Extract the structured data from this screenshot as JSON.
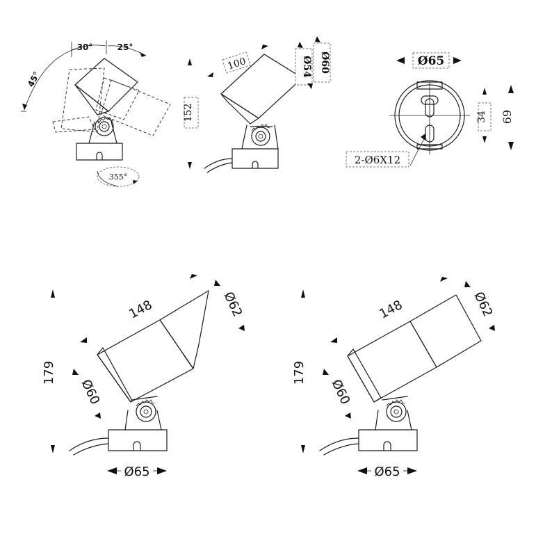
{
  "views": {
    "adjustment": {
      "angle_a": "45°",
      "angle_b": "30°",
      "angle_c": "25°",
      "rotation": "355°"
    },
    "side_small": {
      "length": "100",
      "dia_inner": "Ø54",
      "dia_outer": "Ø60",
      "height": "152"
    },
    "base_top": {
      "diameter": "Ø65",
      "slot_spacing": "34",
      "total_height": "69",
      "slots": "2-Ø6X12"
    },
    "side_hood": {
      "length": "148",
      "front_dia": "Ø62",
      "rear_dia": "Ø60",
      "height": "179",
      "base_dia": "Ø65"
    },
    "side_tube": {
      "length": "148",
      "front_dia": "Ø62",
      "rear_dia": "Ø60",
      "height": "179",
      "base_dia": "Ø65"
    }
  }
}
